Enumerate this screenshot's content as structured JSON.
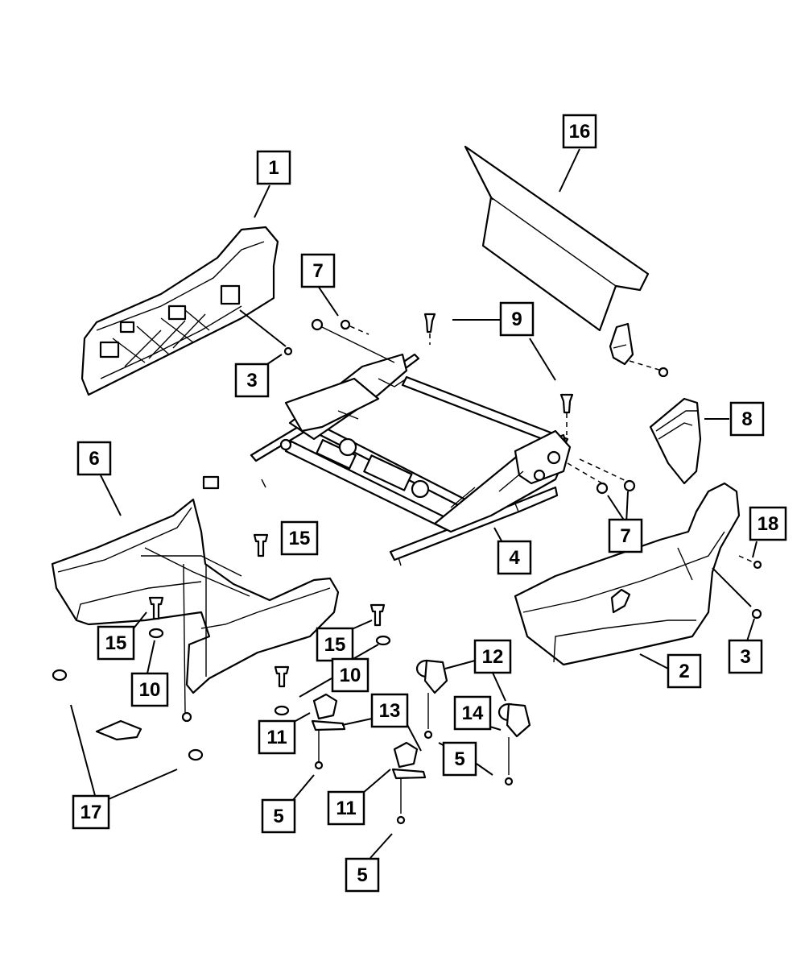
{
  "callouts": [
    {
      "id": "c1",
      "label": "1"
    },
    {
      "id": "c3a",
      "label": "3"
    },
    {
      "id": "c7a",
      "label": "7"
    },
    {
      "id": "c9",
      "label": "9"
    },
    {
      "id": "c16",
      "label": "16"
    },
    {
      "id": "c8",
      "label": "8"
    },
    {
      "id": "c6",
      "label": "6"
    },
    {
      "id": "c15a",
      "label": "15"
    },
    {
      "id": "c4",
      "label": "4"
    },
    {
      "id": "c7b",
      "label": "7"
    },
    {
      "id": "c18",
      "label": "18"
    },
    {
      "id": "c15b",
      "label": "15"
    },
    {
      "id": "c15c",
      "label": "15"
    },
    {
      "id": "c10a",
      "label": "10"
    },
    {
      "id": "c10b",
      "label": "10"
    },
    {
      "id": "c12",
      "label": "12"
    },
    {
      "id": "c2",
      "label": "2"
    },
    {
      "id": "c3b",
      "label": "3"
    },
    {
      "id": "c11a",
      "label": "11"
    },
    {
      "id": "c13",
      "label": "13"
    },
    {
      "id": "c14",
      "label": "14"
    },
    {
      "id": "c5a",
      "label": "5"
    },
    {
      "id": "c17",
      "label": "17"
    },
    {
      "id": "c5b",
      "label": "5"
    },
    {
      "id": "c11b",
      "label": "11"
    },
    {
      "id": "c5c",
      "label": "5"
    }
  ]
}
